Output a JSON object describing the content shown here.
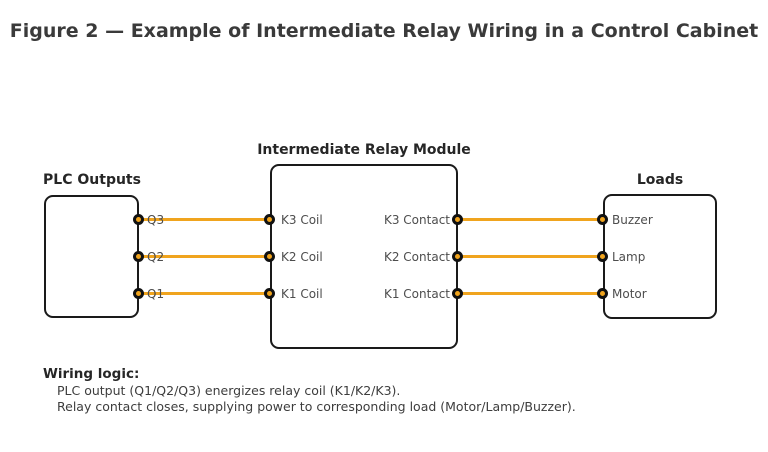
{
  "title": "Figure 2 — Example of Intermediate Relay Wiring in a Control Cabinet",
  "colors": {
    "wire": "#F0A41E",
    "border": "#1a1a1a",
    "label": "#4d4d4d",
    "title": "#3a3a3a",
    "heading": "#262626",
    "notes": "#3d3d3d"
  },
  "diagram": {
    "plc": {
      "title": "PLC Outputs",
      "terminals": [
        "Q3",
        "Q2",
        "Q1"
      ]
    },
    "relay": {
      "title": "Intermediate Relay Module",
      "coils": [
        "K3 Coil",
        "K2 Coil",
        "K1 Coil"
      ],
      "contacts": [
        "K3 Contact",
        "K2 Contact",
        "K1 Contact"
      ]
    },
    "loads": {
      "title": "Loads",
      "terminals": [
        "Buzzer",
        "Lamp",
        "Motor"
      ]
    }
  },
  "notes": {
    "heading": "Wiring logic:",
    "lines": [
      "PLC output (Q1/Q2/Q3) energizes relay coil (K1/K2/K3).",
      "Relay contact closes, supplying power to corresponding load (Motor/Lamp/Buzzer)."
    ]
  }
}
